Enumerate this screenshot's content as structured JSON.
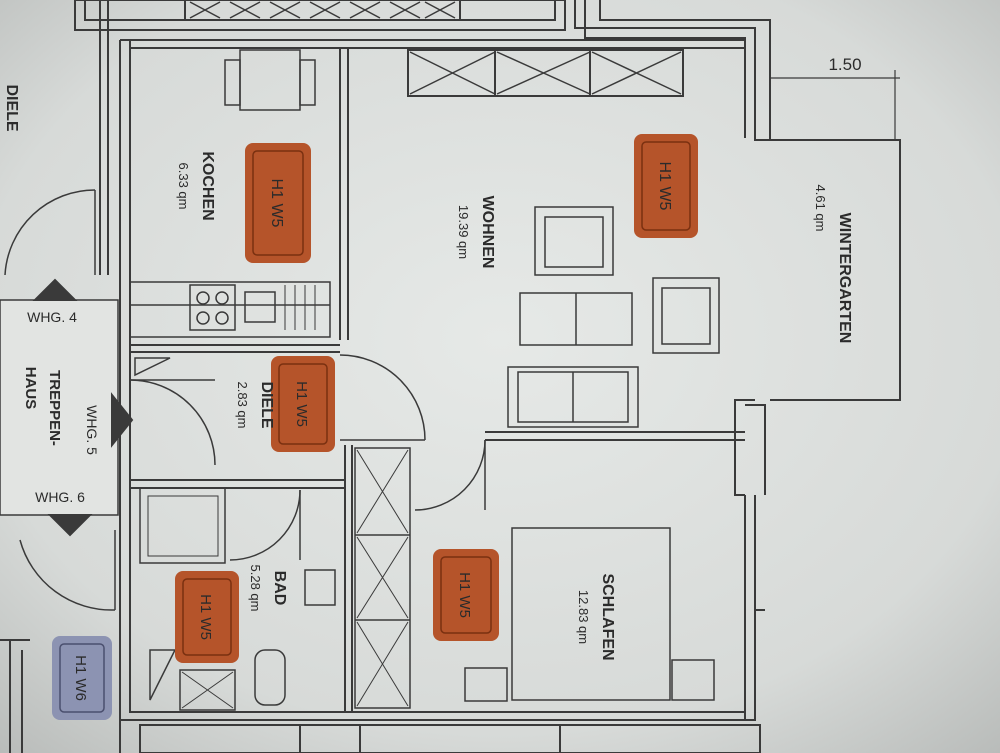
{
  "rooms": {
    "kochen": {
      "name": "KOCHEN",
      "area": "6.33 qm"
    },
    "wohnen": {
      "name": "WOHNEN",
      "area": "19.39 qm"
    },
    "winter": {
      "name": "WINTERGARTEN",
      "area": "4.61 qm"
    },
    "diele": {
      "name": "DIELE",
      "area": "2.83 qm"
    },
    "bad": {
      "name": "BAD",
      "area": "5.28 qm"
    },
    "schlafen": {
      "name": "SCHLAFEN",
      "area": "12.83 qm"
    },
    "diele_left": {
      "name": "DIELE"
    }
  },
  "stair": {
    "title_line1": "TREPPEN-",
    "title_line2": "HAUS",
    "whg4": "WHG. 4",
    "whg5": "WHG. 5",
    "whg6": "WHG. 6"
  },
  "dimension": {
    "label": "1.50"
  },
  "stickers": [
    {
      "text": "H1 W5",
      "color": "#b5542a"
    },
    {
      "text": "H1 W6",
      "color": "#8c93b2"
    }
  ],
  "colors": {
    "paper": "#dde0de",
    "line": "#3a3a3a",
    "sticker_orange": "#b5542a",
    "sticker_blue": "#8c93b2"
  }
}
